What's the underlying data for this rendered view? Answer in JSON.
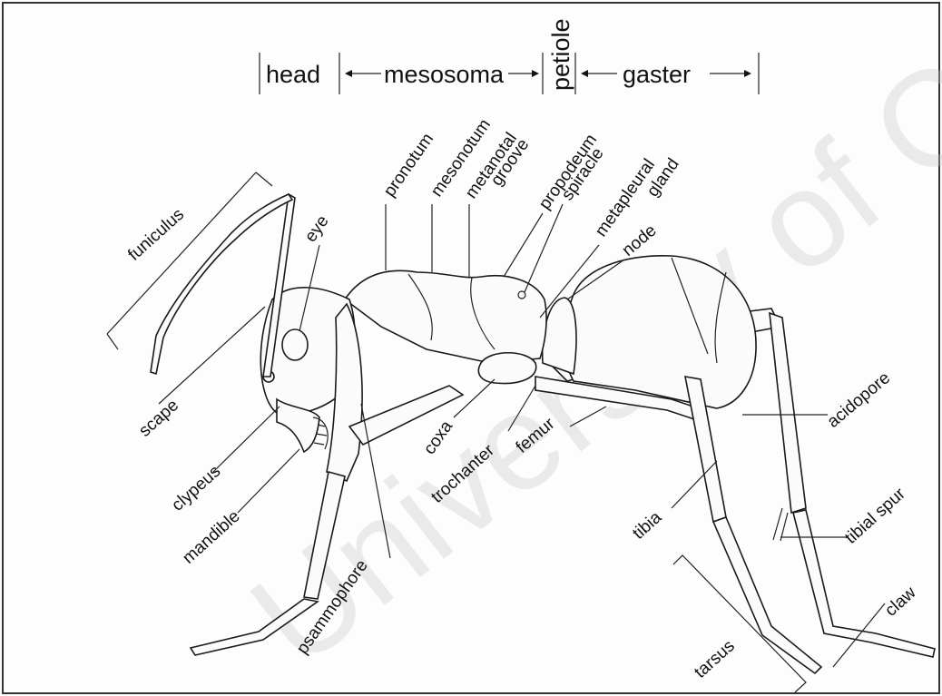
{
  "sections": {
    "head": "head",
    "mesosoma": "mesosoma",
    "petiole": "petiole",
    "gaster": "gaster"
  },
  "labels": {
    "funiculus": "funiculus",
    "eye": "eye",
    "scape": "scape",
    "clypeus": "clypeus",
    "mandible": "mandible",
    "psammophore": "psammophore",
    "pronotum": "pronotum",
    "mesonotum": "mesonotum",
    "metanotal": "metanotal",
    "groove": "groove",
    "propodeum": "propodeum",
    "spiracle": "spiracle",
    "metapleural": "metapleural",
    "gland": "gland",
    "node": "node",
    "coxa": "coxa",
    "trochanter": "trochanter",
    "femur": "femur",
    "tibia": "tibia",
    "acidopore": "acidopore",
    "tibial_spur": "tibial spur",
    "tarsus": "tarsus",
    "claw": "claw"
  },
  "watermark": "University of Cape Town"
}
